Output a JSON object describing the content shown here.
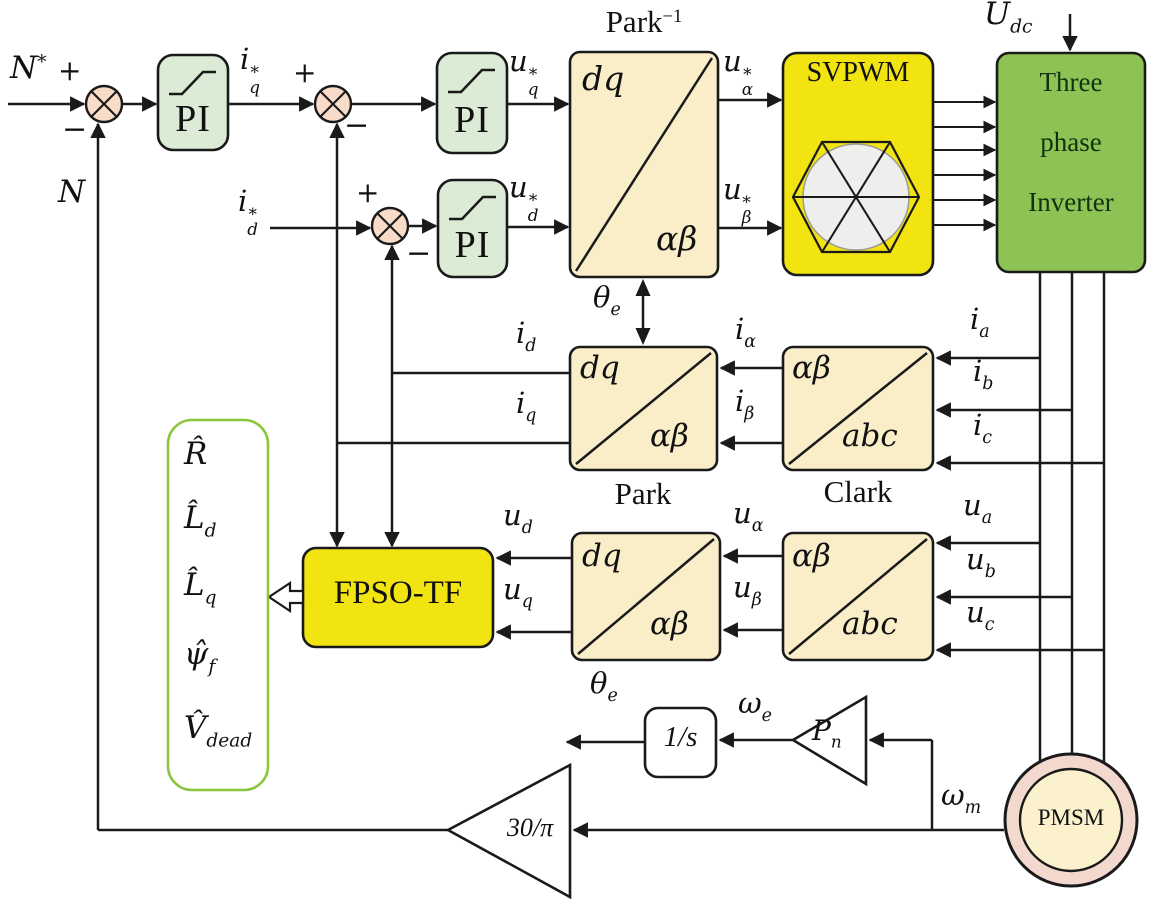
{
  "signs": {
    "plus": "+",
    "minus": "−"
  },
  "labels": {
    "n_ref": {
      "m": "N",
      "sup": "*"
    },
    "n_fb": {
      "m": "N"
    },
    "iq_ref": {
      "m": "i",
      "sup": "*",
      "sub": "q"
    },
    "id_ref": {
      "m": "i",
      "sup": "*",
      "sub": "d"
    },
    "uq_ref": {
      "m": "u",
      "sup": "*",
      "sub": "q"
    },
    "ud_ref": {
      "m": "u",
      "sup": "*",
      "sub": "d"
    },
    "ualpha_ref": {
      "m": "u",
      "sup": "*",
      "sub": "α"
    },
    "ubeta_ref": {
      "m": "u",
      "sup": "*",
      "sub": "β"
    },
    "udc": {
      "m": "U",
      "sub": "dc"
    },
    "theta_top": {
      "m": "θ",
      "sub": "e"
    },
    "theta_bot": {
      "m": "θ",
      "sub": "e"
    },
    "id": {
      "m": "i",
      "sub": "d"
    },
    "iq": {
      "m": "i",
      "sub": "q"
    },
    "ialpha": {
      "m": "i",
      "sub": "α"
    },
    "ibeta": {
      "m": "i",
      "sub": "β"
    },
    "ia": {
      "m": "i",
      "sub": "a"
    },
    "ib": {
      "m": "i",
      "sub": "b"
    },
    "ic": {
      "m": "i",
      "sub": "c"
    },
    "ua": {
      "m": "u",
      "sub": "a"
    },
    "ub": {
      "m": "u",
      "sub": "b"
    },
    "uc": {
      "m": "u",
      "sub": "c"
    },
    "ualpha": {
      "m": "u",
      "sub": "α"
    },
    "ubeta": {
      "m": "u",
      "sub": "β"
    },
    "ud": {
      "m": "u",
      "sub": "d"
    },
    "uq": {
      "m": "u",
      "sub": "q"
    },
    "omega_e": {
      "m": "ω",
      "sub": "e"
    },
    "omega_m": {
      "m": "ω",
      "sub": "m"
    }
  },
  "blocks": {
    "pi": "PI",
    "svpwm": "SVPWM",
    "inverter": [
      "Three",
      "phase",
      "Inverter"
    ],
    "fpso": "FPSO-TF",
    "integrator": "1/s",
    "pn": {
      "m": "P",
      "sub": "n"
    },
    "gain": "30/π",
    "pmsm": "PMSM",
    "park_inverse": {
      "title": "Park",
      "sup": "−1",
      "tl": "dq",
      "br": "αβ"
    },
    "park_current": {
      "tl": "dq",
      "br": "αβ"
    },
    "clark_current": {
      "tl": "αβ",
      "br": "abc"
    },
    "park_voltage": {
      "title": "Park",
      "tl": "dq",
      "br": "αβ"
    },
    "clark_voltage": {
      "title": "Clark",
      "tl": "αβ",
      "br": "abc"
    }
  },
  "estimates": {
    "items": [
      {
        "m": "R̂",
        "sub": ""
      },
      {
        "m": "L̂",
        "sub": "d"
      },
      {
        "m": "L̂",
        "sub": "q"
      },
      {
        "m": "ψ̂",
        "sub": "f"
      },
      {
        "m": "V̂",
        "sub": "dead"
      }
    ]
  },
  "colors": {
    "wire": "#1a1a1a",
    "yellow": "#f2e411",
    "cream": "#faeec9",
    "pigreen": "#dcebd6",
    "invgreen": "#8dc355",
    "peach": "#f9dcc7",
    "ring": "#f3d8cd",
    "cream2": "#fbf2cd",
    "estgreen": "#8cc63e",
    "invtext": "#13310f"
  }
}
